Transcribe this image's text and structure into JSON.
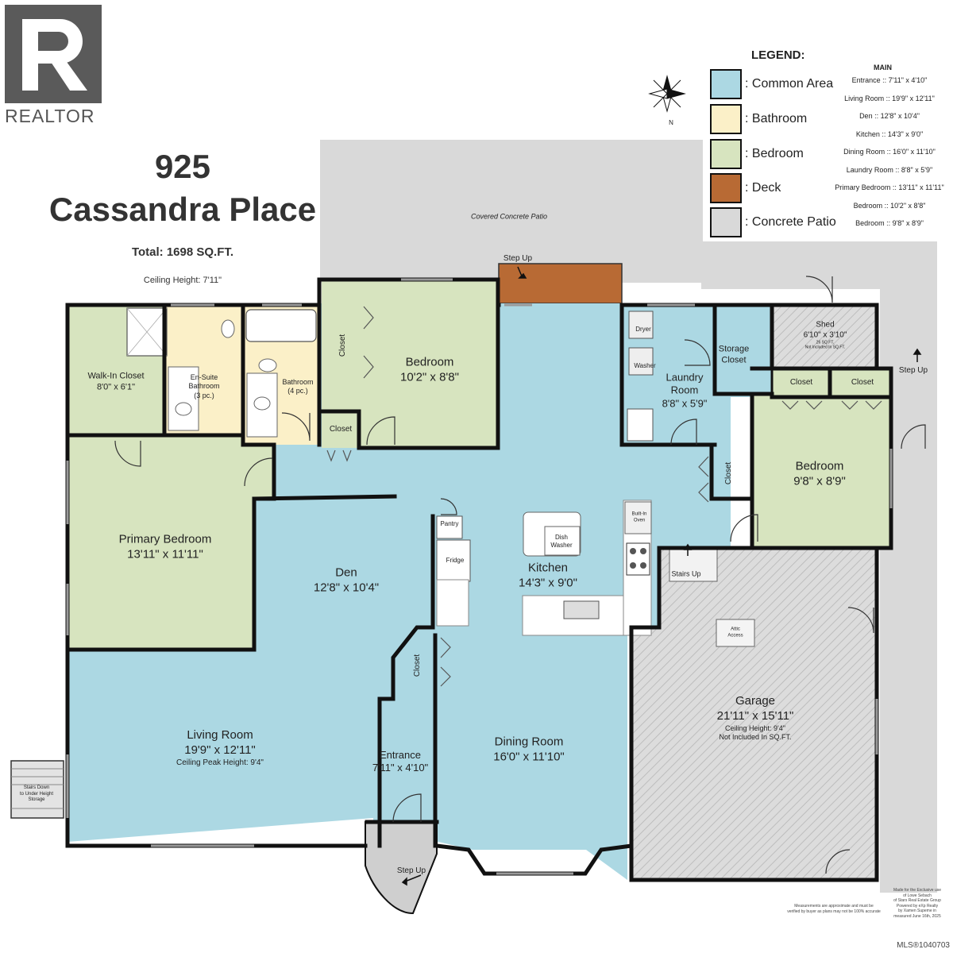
{
  "branding": {
    "logo_text": "REALTOR",
    "logo_letter": "R",
    "logo_color": "#5a5a5a"
  },
  "header": {
    "address_number": "925",
    "address_street": "Cassandra Place",
    "total": "Total: 1698 SQ.FT.",
    "ceiling_height": "Ceiling Height: 7'11\""
  },
  "legend": {
    "title": "LEGEND:",
    "items": [
      {
        "label": ": Common Area",
        "color": "#acd8e3"
      },
      {
        "label": ": Bathroom",
        "color": "#fbf0c8"
      },
      {
        "label": ": Bedroom",
        "color": "#d7e4bf"
      },
      {
        "label": ": Deck",
        "color": "#b86a34"
      },
      {
        "label": ": Concrete Patio",
        "color": "#d9d9d9"
      }
    ]
  },
  "dimensions": {
    "title": "MAIN",
    "rows": [
      "Entrance :: 7'11\" x 4'10\"",
      "Living Room :: 19'9\" x 12'11\"",
      "Den :: 12'8\" x 10'4\"",
      "Kitchen :: 14'3\" x 9'0\"",
      "Dining Room :: 16'0\" x 11'10\"",
      "Laundry Room :: 8'8\" x 5'9\"",
      "Primary Bedroom :: 13'11\" x 11'11\"",
      "Bedroom :: 10'2\" x 8'8\"",
      "Bedroom :: 9'8\" x 8'9\""
    ]
  },
  "compass": {
    "label": "N"
  },
  "rooms": {
    "covered_patio": "Covered Concrete Patio",
    "step_up_deck": "Step Up",
    "step_up_side": "Step Up",
    "step_up_entry": "Step Up",
    "walkin_closet": {
      "name": "Walk-In Closet",
      "size": "8'0\" x 6'1\""
    },
    "ensuite": {
      "name": "En-Suite",
      "line2": "Bathroom",
      "line3": "(3 pc.)"
    },
    "bathroom": {
      "name": "Bathroom",
      "line2": "(4 pc.)"
    },
    "closet_a": "Closet",
    "closet_b": "Closet",
    "closet_c": "Closet",
    "closet_d": "Closet",
    "closet_e": "Closet",
    "closet_f": "Closet",
    "bedroom_top": {
      "name": "Bedroom",
      "size": "10'2\" x 8'8\""
    },
    "bedroom_right": {
      "name": "Bedroom",
      "size": "9'8\" x 8'9\""
    },
    "laundry": {
      "name": "Laundry",
      "line2": "Room",
      "size": "8'8\" x 5'9\""
    },
    "storage_closet": {
      "name": "Storage",
      "line2": "Closet"
    },
    "shed": {
      "name": "Shed",
      "size": "6'10\" x 3'10\"",
      "note1": "26 SQ.FT.",
      "note2": "Not Included In SQ.FT."
    },
    "primary_bedroom": {
      "name": "Primary Bedroom",
      "size": "13'11\" x 11'11\""
    },
    "den": {
      "name": "Den",
      "size": "12'8\" x 10'4\""
    },
    "kitchen": {
      "name": "Kitchen",
      "size": "14'3\" x 9'0\""
    },
    "living_room": {
      "name": "Living Room",
      "size": "19'9\" x 12'11\"",
      "note": "Ceiling Peak Height: 9'4\""
    },
    "entrance": {
      "name": "Entrance",
      "size": "7'11\" x 4'10\""
    },
    "dining_room": {
      "name": "Dining Room",
      "size": "16'0\" x 11'10\""
    },
    "garage": {
      "name": "Garage",
      "size": "21'11\" x 15'11\"",
      "note1": "Ceiling Height: 9'4\"",
      "note2": "Not Included In SQ.FT."
    },
    "pantry": "Pantry",
    "fridge": "Fridge",
    "dishwasher": {
      "line1": "Dish",
      "line2": "Washer"
    },
    "oven": {
      "line1": "Built-In",
      "line2": "Oven"
    },
    "dryer": "Dryer",
    "washer": "Washer",
    "stairs_up": "Stairs Up",
    "attic": {
      "line1": "Attic",
      "line2": "Access"
    },
    "stairs_down": {
      "line1": "Stairs Down",
      "line2": "to Under Height",
      "line3": "Storage"
    }
  },
  "footer": {
    "disclaimer_line1": "Measurements are approximate and must be",
    "disclaimer_line2": "verified by buyer as plans may not be 100% accurate",
    "credit_line1": "Made for the Exclusive use",
    "credit_line2": "of Lowe Sebach",
    "credit_line3": "of Stars Real Estate Group",
    "credit_line4": "Powered by eXp Realty",
    "credit_line5": "by Xamen Supeme in",
    "credit_line6": "measured June 16th, 2025",
    "mls": "MLS®1040703"
  }
}
